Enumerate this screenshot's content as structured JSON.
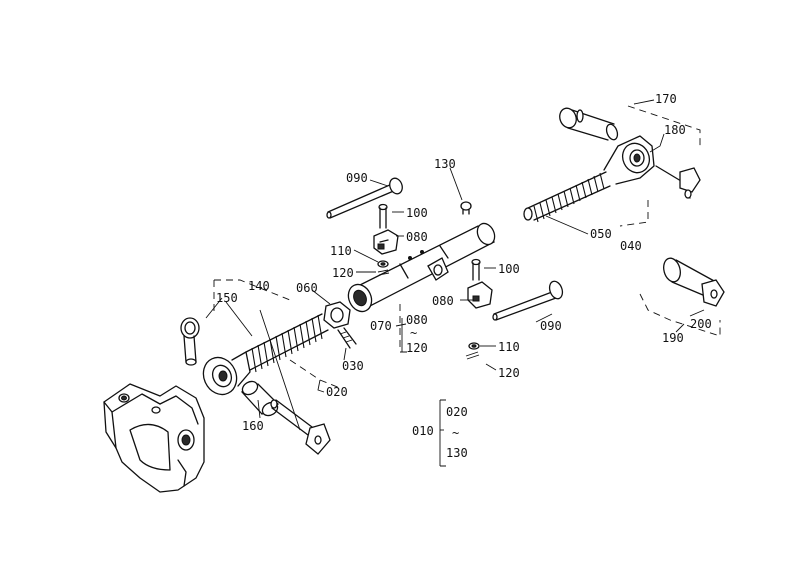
{
  "callouts": {
    "c170": "170",
    "c180": "180",
    "c130": "130",
    "c090a": "090",
    "c100a": "100",
    "c080a": "080",
    "c110a": "110",
    "c120a": "120",
    "c050": "050",
    "c040": "040",
    "c100b": "100",
    "c080b": "080",
    "c090b": "090",
    "c150": "150",
    "c140": "140",
    "c060": "060",
    "c070": "070",
    "c080c": "080",
    "c120b": "120",
    "c110b": "110",
    "c120c": "120",
    "c030": "030",
    "c020a": "020",
    "c160": "160",
    "c190": "190",
    "c200": "200",
    "c010": "010",
    "c020b": "020",
    "c130b": "130",
    "tilde_a": "~",
    "tilde_b": "~"
  }
}
